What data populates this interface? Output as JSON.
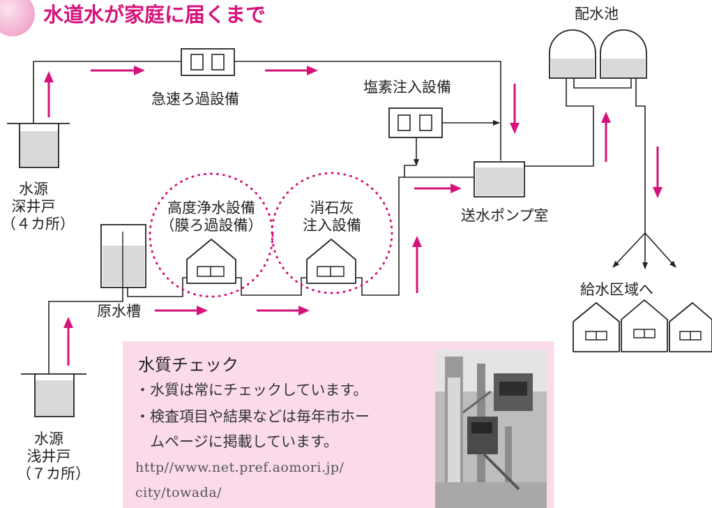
{
  "title": "水道水が家庭に届くまで",
  "labels": {
    "rapid_filter": "急速ろ過設備",
    "chlorine": "塩素注入設備",
    "distribution_reservoir": "配水池",
    "deep_well": [
      "水源",
      "深井戸",
      "（４カ所）"
    ],
    "shallow_well": [
      "水源",
      "浅井戸",
      "（７カ所）"
    ],
    "raw_water_tank": "原水槽",
    "advanced_treatment": [
      "高度浄水設備",
      "（膜ろ過設備）"
    ],
    "slaked_lime": [
      "消石灰",
      "注入設備"
    ],
    "pump_room": "送水ポンプ室",
    "supply_area": "給水区域へ"
  },
  "quality_check": {
    "title": "水質チェック",
    "items": [
      "・水質は常にチェックしています。",
      "・検査項目や結果などは毎年市ホー",
      "　ムページに掲載しています。"
    ],
    "url_lines": [
      "http//www.net.pref.aomori.jp/",
      "city/towada/"
    ]
  },
  "colors": {
    "accent": "#d6127a",
    "water": "#d9d9d9",
    "box_bg": "#fbdbea",
    "line": "#222222"
  }
}
